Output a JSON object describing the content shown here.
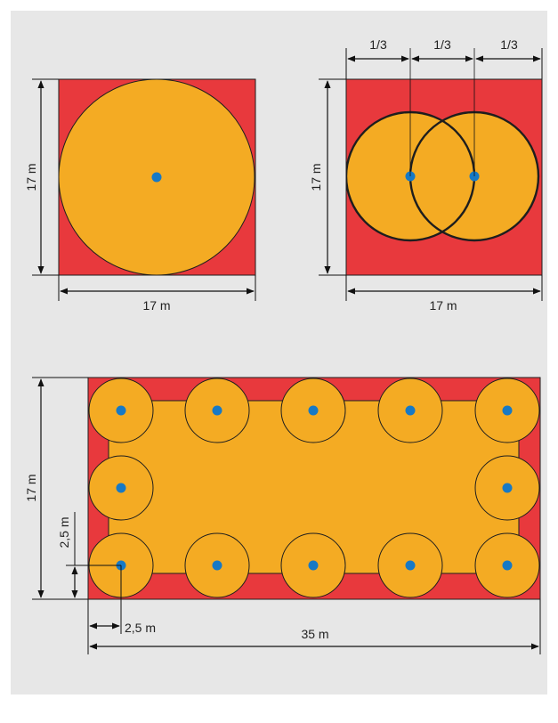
{
  "colors": {
    "background": "#e7e7e7",
    "zone_red": "#e8393d",
    "zone_orange": "#f4ab23",
    "outline": "#1e1e1e",
    "sensor_dot": "#1779c5"
  },
  "labels": {
    "single_width": "17 m",
    "single_height": "17 m",
    "double_height": "17 m",
    "double_width": "17 m",
    "third_1": "1/3",
    "third_2": "1/3",
    "third_3": "1/3",
    "grid_height": "17 m",
    "grid_offset_vertical": "2,5 m",
    "grid_offset_horizontal": "2,5 m",
    "grid_width": "35 m"
  }
}
